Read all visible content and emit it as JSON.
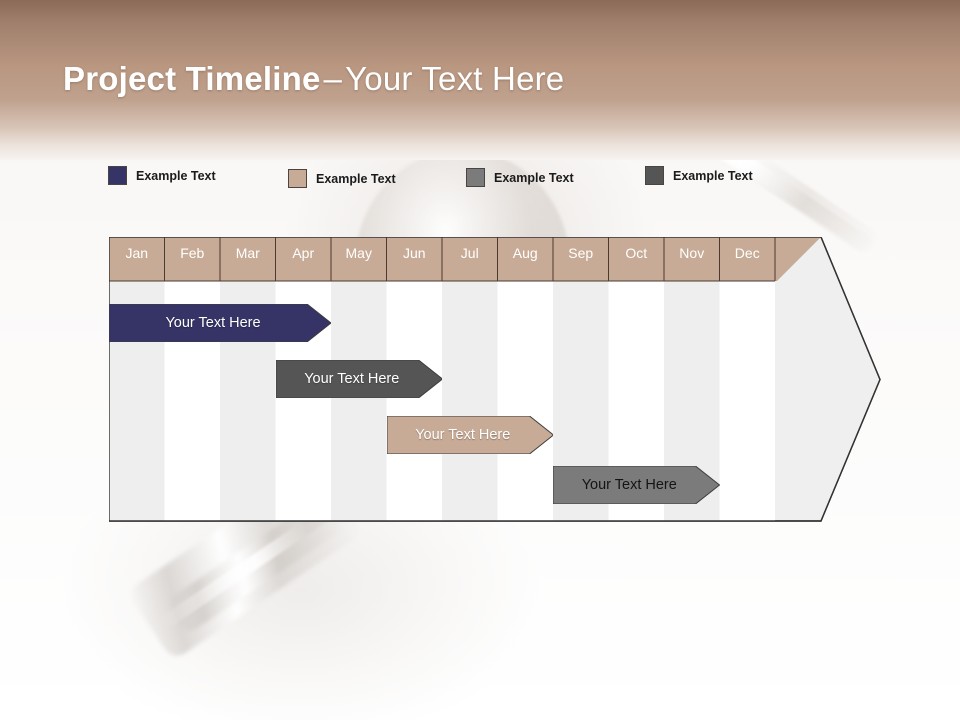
{
  "slide": {
    "title": {
      "strong": "Project Timeline",
      "dash": "–",
      "light": "Your Text Here"
    },
    "background_art": "key-photo-watermark"
  },
  "legend": {
    "items": [
      {
        "label": "Example Text",
        "color": "#363366",
        "swatch_name": "legend-swatch-navy"
      },
      {
        "label": "Example Text",
        "color": "#c8ab96",
        "swatch_name": "legend-swatch-tan"
      },
      {
        "label": "Example Text",
        "color": "#7b7b7b",
        "swatch_name": "legend-swatch-gray"
      },
      {
        "label": "Example Text",
        "color": "#555555",
        "swatch_name": "legend-swatch-dark-gray"
      }
    ]
  },
  "chart_data": {
    "type": "bar",
    "title": "Project Timeline – Your Text Here",
    "chart_style": "gantt-arrow-timeline",
    "categories": [
      "Jan",
      "Feb",
      "Mar",
      "Apr",
      "May",
      "Jun",
      "Jul",
      "Aug",
      "Sep",
      "Oct",
      "Nov",
      "Dec"
    ],
    "xlabel": "",
    "ylabel": "",
    "grid": "vertical-alternating-columns",
    "legend_position": "top",
    "header_fill": "#c8ab96",
    "header_text_color": "#ffffff",
    "column_fill_odd": "#eeeeee",
    "column_fill_even": "#ffffff",
    "body_outline": "#333333",
    "series": [
      {
        "name": "Example Text",
        "label": "Your  Text Here",
        "color": "#363366",
        "text_color": "#ffffff",
        "start_month": "Jan",
        "end_month": "Apr",
        "start_index": 0,
        "end_index": 4,
        "row": 1
      },
      {
        "name": "Example Text",
        "label": "Your  Text Here",
        "color": "#555555",
        "text_color": "#ffffff",
        "start_month": "Apr",
        "end_month": "Jun",
        "start_index": 3,
        "end_index": 6,
        "row": 2
      },
      {
        "name": "Example Text",
        "label": "Your  Text Here",
        "color": "#c8ab96",
        "text_color": "#ffffff",
        "start_month": "Jun",
        "end_month": "Sep",
        "start_index": 5,
        "end_index": 8,
        "row": 3
      },
      {
        "name": "Example Text",
        "label": "Your  Text Here",
        "color": "#7b7b7b",
        "text_color": "#141414",
        "start_month": "Sep",
        "end_month": "Nov",
        "start_index": 8,
        "end_index": 11,
        "row": 4
      }
    ]
  }
}
